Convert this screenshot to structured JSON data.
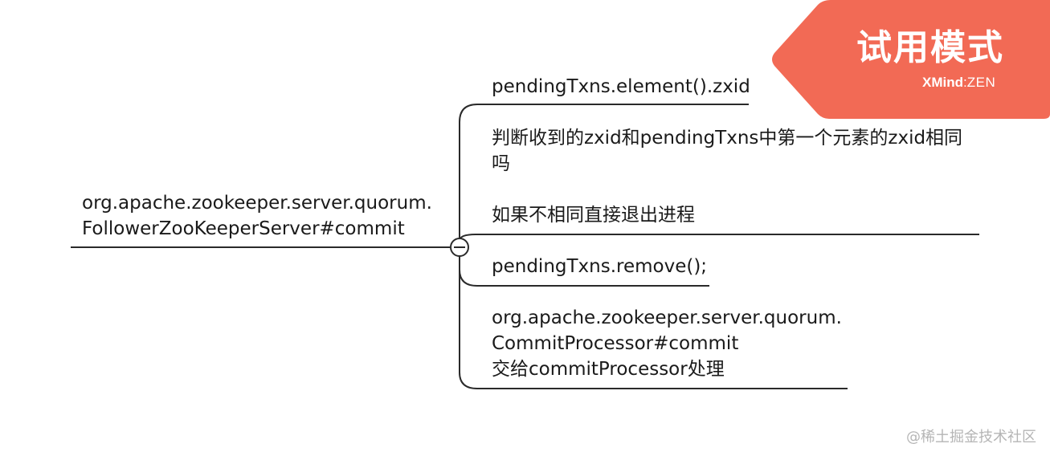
{
  "mindmap": {
    "root": {
      "label": "org.apache.zookeeper.server.quorum.\nFollowerZooKeeperServer#commit"
    },
    "children": [
      {
        "label": "pendingTxns.element().zxid"
      },
      {
        "label": "判断收到的zxid和pendingTxns中第一个元素的zxid相同\n吗\n\n如果不相同直接退出进程"
      },
      {
        "label": "pendingTxns.remove();"
      },
      {
        "label": "org.apache.zookeeper.server.quorum.\nCommitProcessor#commit\n交给commitProcessor处理"
      }
    ],
    "collapse_toggle": "−"
  },
  "trial_badge": {
    "title": "试用模式",
    "brand_main": "XMind",
    "brand_sep": ":",
    "brand_sub": "ZEN",
    "color": "#f26a55"
  },
  "watermark": "@稀土掘金技术社区",
  "colors": {
    "line": "#2a2a2a",
    "text": "#1a1a1a"
  }
}
